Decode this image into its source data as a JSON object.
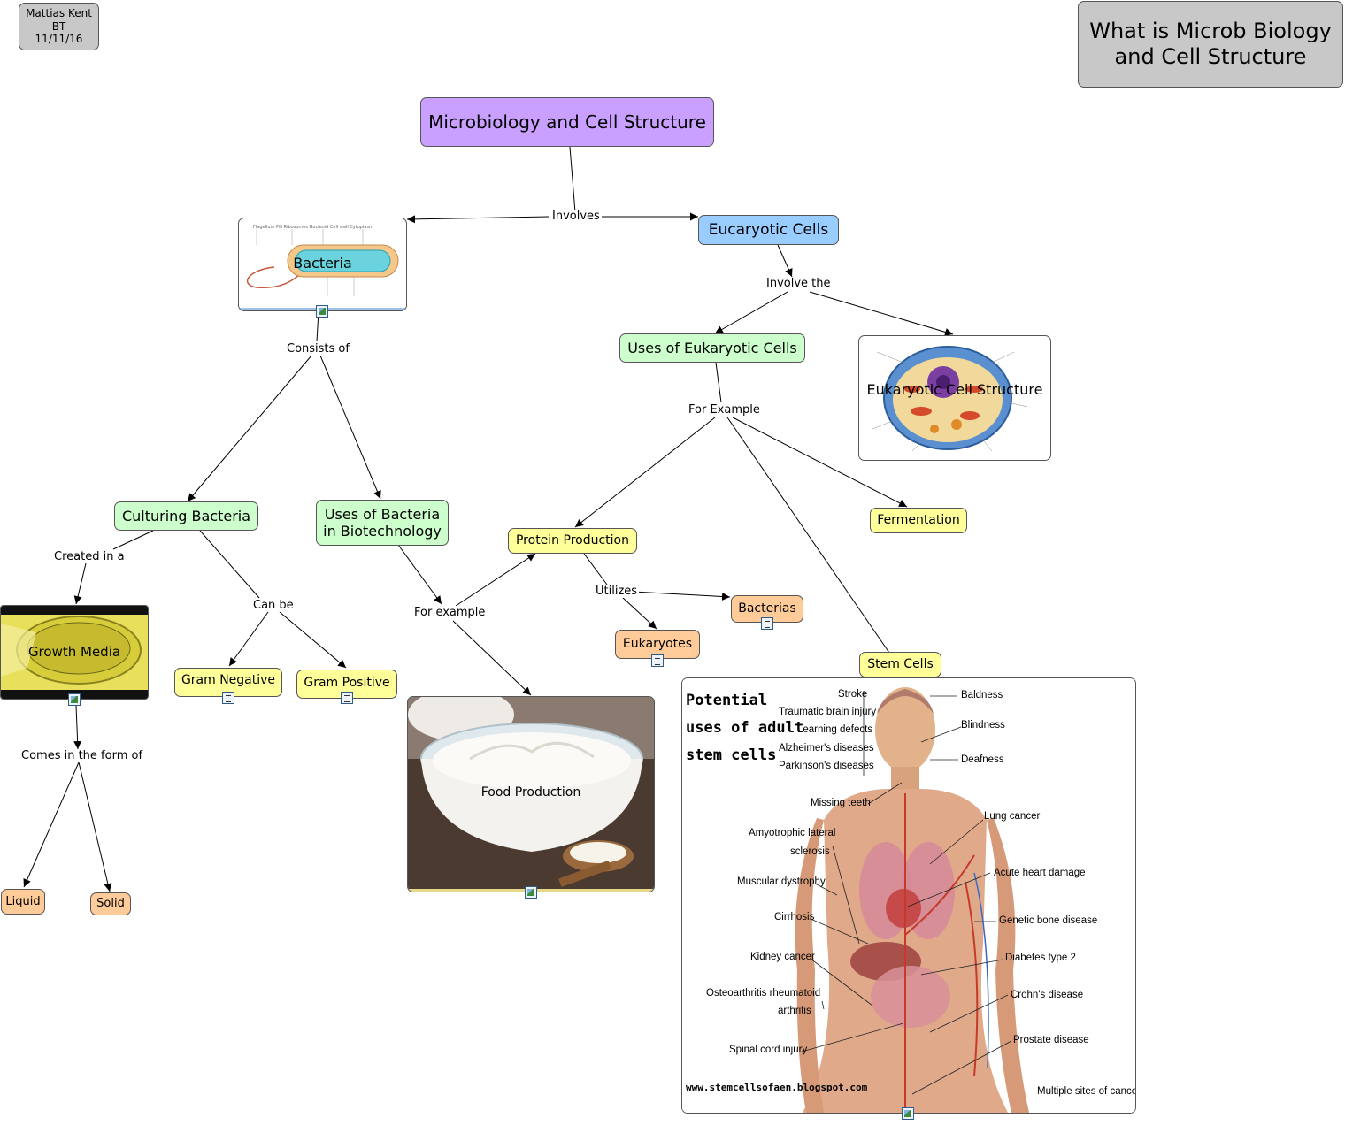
{
  "author_box": {
    "name": "Mattias Kent",
    "class": "BT",
    "date": "11/11/16"
  },
  "title_box": {
    "line1": "What is Microb Biology",
    "line2": "and Cell Structure"
  },
  "nodes": {
    "root": "Microbiology and Cell Structure",
    "bacteria": "Bacteria",
    "eucaryotic": "Eucaryotic Cells",
    "uses_eukaryotic": "Uses of Eukaryotic Cells",
    "eukaryotic_structure": "Eukaryotic Cell Structure",
    "culturing": "Culturing Bacteria",
    "uses_bacteria_1": "Uses of Bacteria",
    "uses_bacteria_2": "in Biotechnology",
    "protein": "Protein Production",
    "fermentation": "Fermentation",
    "bacterias": "Bacterias",
    "eukaryotes": "Eukaryotes",
    "stem_cells": "Stem Cells",
    "growth_media": "Growth Media",
    "gram_negative": "Gram Negative",
    "gram_positive": "Gram Positive",
    "food_production": "Food Production",
    "liquid": "Liquid",
    "solid": "Solid"
  },
  "links": {
    "involves": "Involves",
    "involve_the": "Involve the",
    "consists_of": "Consists of",
    "for_example_upper": "For Example",
    "created_in_a": "Created in a",
    "can_be": "Can be",
    "for_example_lower": "For example",
    "utilizes": "Utilizes",
    "comes_in_form_of": "Comes in the form of"
  },
  "stem_image": {
    "heading": [
      "Potential",
      "uses of adult",
      "stem cells"
    ],
    "left_labels": [
      "Stroke",
      "Traumatic brain injury",
      "Learning defects",
      "Alzheimer's diseases",
      "Parkinson's diseases",
      "Missing teeth",
      "Amyotrophic lateral",
      "sclerosis",
      "Muscular dystrophy",
      "Cirrhosis",
      "Kidney cancer",
      "Osteoarthritis rheumatoid",
      "arthritis",
      "Spinal cord injury"
    ],
    "right_labels": [
      "Baldness",
      "Blindness",
      "Deafness",
      "Lung cancer",
      "Acute heart damage",
      "Genetic bone disease",
      "Diabetes type 2",
      "Crohn's disease",
      "Prostate disease",
      "Multiple sites of cancer"
    ],
    "url": "www.stemcellsofaen.blogspot.com"
  },
  "colors": {
    "root": "#c9a0ff",
    "blue": "#99ccff",
    "green": "#ccffcc",
    "yellow": "#ffff99",
    "orange": "#ffcc99",
    "gray": "#c8c8c8"
  }
}
